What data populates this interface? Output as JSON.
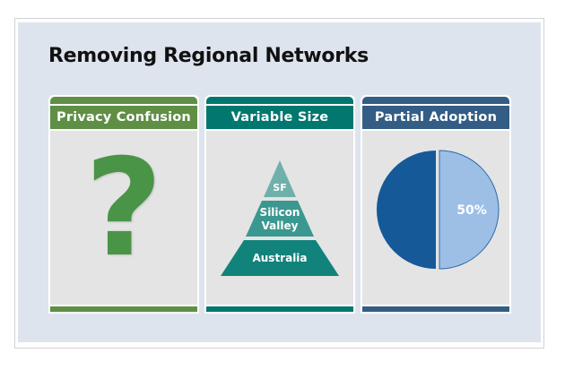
{
  "slide": {
    "title": "Removing Regional Networks",
    "panels": [
      {
        "heading": "Privacy Confusion",
        "color": "#5f8f45",
        "icon": "question-mark-icon",
        "glyph": "?",
        "glyph_color": "#4a9447"
      },
      {
        "heading": "Variable Size",
        "color": "#00776f",
        "pyramid": {
          "levels": [
            {
              "lines": [
                "SF"
              ],
              "color": "#6fb0aa"
            },
            {
              "lines": [
                "Silicon",
                "Valley"
              ],
              "color": "#3a9890"
            },
            {
              "lines": [
                "Australia"
              ],
              "color": "#12837b"
            }
          ]
        }
      },
      {
        "heading": "Partial Adoption",
        "color": "#335d84",
        "pie": {
          "values": [
            50,
            50
          ],
          "colors": [
            "#155999",
            "#9dbfe6"
          ],
          "label": "50%"
        }
      }
    ]
  }
}
